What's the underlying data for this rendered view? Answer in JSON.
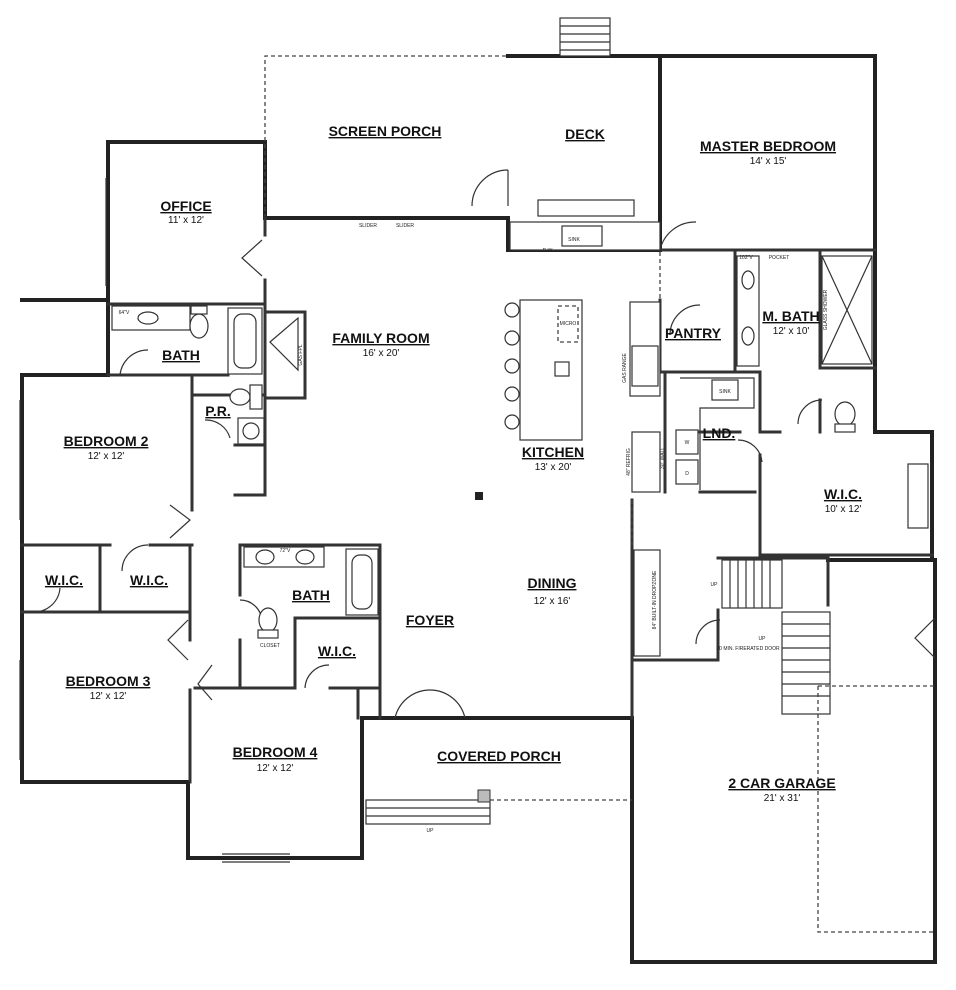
{
  "rooms": [
    {
      "key": "screen_porch",
      "name": "SCREEN PORCH",
      "dim": ""
    },
    {
      "key": "deck",
      "name": "DECK",
      "dim": ""
    },
    {
      "key": "master_bedroom",
      "name": "MASTER BEDROOM",
      "dim": "14' x 15'"
    },
    {
      "key": "office",
      "name": "OFFICE",
      "dim": "11' x 12'"
    },
    {
      "key": "family_room",
      "name": "FAMILY ROOM",
      "dim": "16' x 20'"
    },
    {
      "key": "bath_1",
      "name": "BATH",
      "dim": ""
    },
    {
      "key": "pantry",
      "name": "PANTRY",
      "dim": ""
    },
    {
      "key": "m_bath",
      "name": "M. BATH",
      "dim": "12' x 10'"
    },
    {
      "key": "pr",
      "name": "P.R.",
      "dim": ""
    },
    {
      "key": "bedroom_2",
      "name": "BEDROOM 2",
      "dim": "12' x 12'"
    },
    {
      "key": "kitchen",
      "name": "KITCHEN",
      "dim": "13' x 20'"
    },
    {
      "key": "lnd",
      "name": "LND.",
      "dim": ""
    },
    {
      "key": "wic_master",
      "name": "W.I.C.",
      "dim": "10' x 12'"
    },
    {
      "key": "wic_1",
      "name": "W.I.C.",
      "dim": ""
    },
    {
      "key": "wic_2",
      "name": "W.I.C.",
      "dim": ""
    },
    {
      "key": "bath_2",
      "name": "BATH",
      "dim": ""
    },
    {
      "key": "dining",
      "name": "DINING",
      "dim": "12' x 16'"
    },
    {
      "key": "foyer",
      "name": "FOYER",
      "dim": ""
    },
    {
      "key": "wic_3",
      "name": "W.I.C.",
      "dim": ""
    },
    {
      "key": "bedroom_3",
      "name": "BEDROOM 3",
      "dim": "12' x 12'"
    },
    {
      "key": "bedroom_4",
      "name": "BEDROOM 4",
      "dim": "12' x 12'"
    },
    {
      "key": "covered_porch",
      "name": "COVERED PORCH",
      "dim": ""
    },
    {
      "key": "garage",
      "name": "2 CAR GARAGE",
      "dim": "21' x 31'"
    }
  ],
  "notes": {
    "slider_left": "SLIDER",
    "slider_right": "SLIDER",
    "dw": "D.W.",
    "sink_kitchen": "SINK",
    "micro": "MICRO",
    "gas_range": "GAS RANGE",
    "gas_fpl": "GAS FPL",
    "refrig": "48\" REFRIG",
    "wall_oven": "30\" WALL",
    "sink_lnd": "SINK",
    "washer": "W",
    "dryer": "D",
    "vanity_102": "102\"V",
    "pocket": "POCKET",
    "glass_shower": "GLASS SHOWER",
    "vanity_64": "64\"V",
    "vanity_72": "72\"V",
    "closet": "CLOSET",
    "dropzone": "84\" BUILT-IN DROPZONE",
    "up_1": "UP",
    "up_2": "UP",
    "up_porch": "UP",
    "fire_door": "20 MIN. FIRERATED DOOR"
  }
}
